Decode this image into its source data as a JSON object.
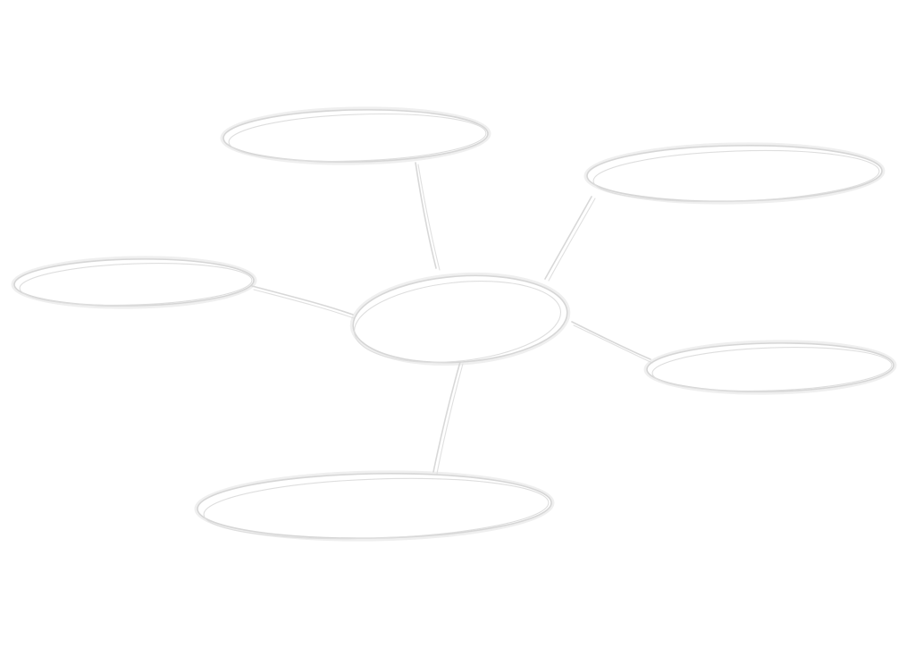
{
  "diagram": {
    "type": "mind-map",
    "style": "hand-drawn sketch",
    "stroke_color": "#efefef",
    "background": "#ffffff",
    "central_node": {
      "id": "center",
      "label": ""
    },
    "nodes": [
      {
        "id": "top",
        "label": ""
      },
      {
        "id": "top-right",
        "label": ""
      },
      {
        "id": "left",
        "label": ""
      },
      {
        "id": "right",
        "label": ""
      },
      {
        "id": "bottom",
        "label": ""
      }
    ],
    "edges": [
      {
        "from": "center",
        "to": "top"
      },
      {
        "from": "center",
        "to": "top-right"
      },
      {
        "from": "center",
        "to": "left"
      },
      {
        "from": "center",
        "to": "right"
      },
      {
        "from": "center",
        "to": "bottom"
      }
    ]
  }
}
